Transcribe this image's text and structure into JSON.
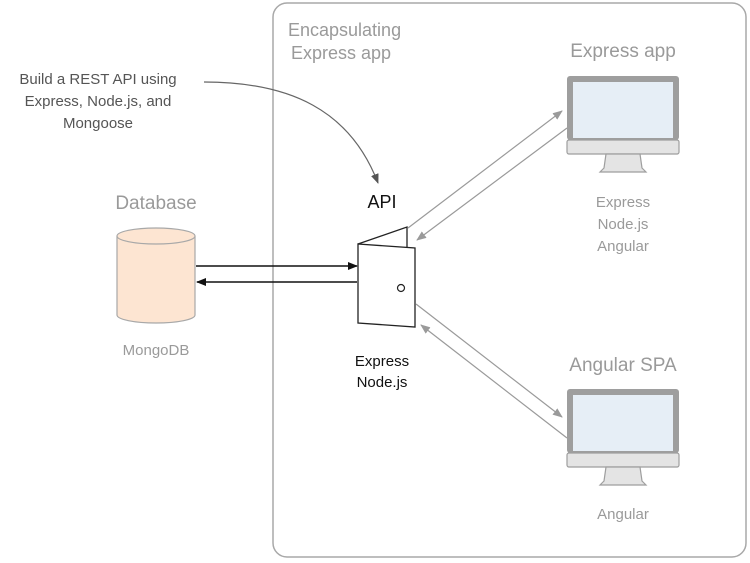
{
  "annotation": {
    "lines": [
      "Build a REST API using",
      "Express, Node.js, and",
      "Mongoose"
    ]
  },
  "container": {
    "title_lines": [
      "Encapsulating",
      "Express app"
    ]
  },
  "database": {
    "title": "Database",
    "caption": "MongoDB",
    "fill_color": "#fde5d2"
  },
  "api": {
    "title": "API",
    "caption_lines": [
      "Express",
      "Node.js"
    ]
  },
  "express_app": {
    "title": "Express app",
    "caption_lines": [
      "Express",
      "Node.js",
      "Angular"
    ]
  },
  "angular_spa": {
    "title": "Angular SPA",
    "caption_lines": [
      "Angular"
    ]
  },
  "colors": {
    "monitor_frame": "#9e9e9e",
    "monitor_screen": "#e6eef6",
    "monitor_base": "#e4e4e4",
    "arrow_gray": "#a0a0a0",
    "arrow_black": "#111111"
  }
}
